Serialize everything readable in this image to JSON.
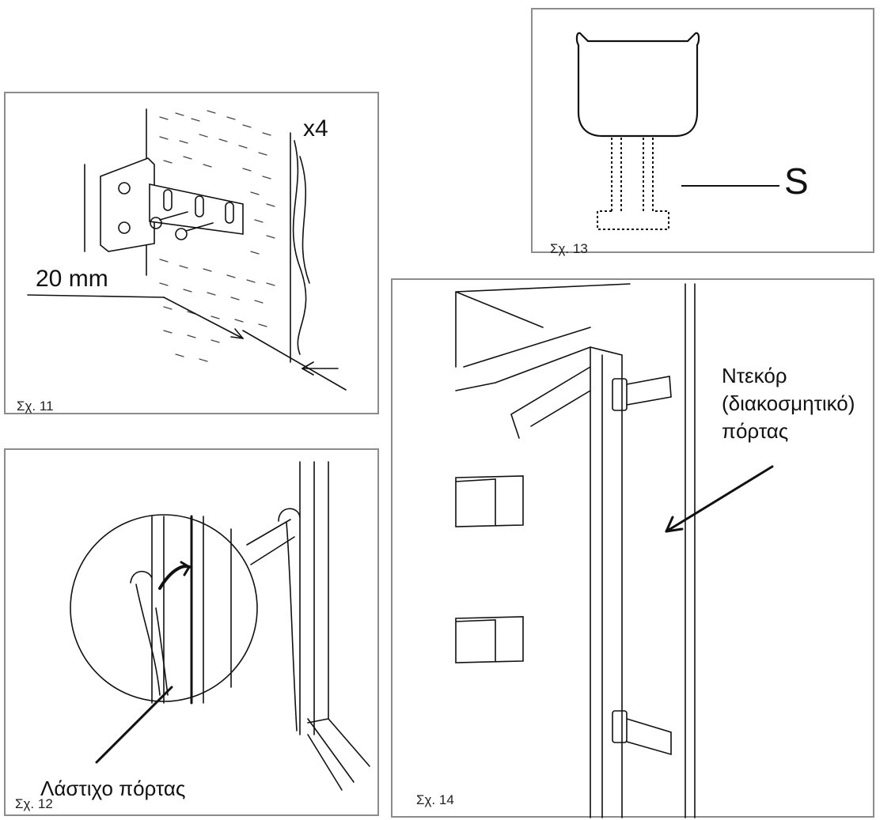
{
  "figures": {
    "fig11": {
      "caption": "Σχ. 11",
      "dimension": "20 mm",
      "multiplier": "x4"
    },
    "fig12": {
      "caption": "Σχ. 12",
      "callout": "Λάστιχο πόρτας"
    },
    "fig13": {
      "caption": "Σχ. 13",
      "marker": "S"
    },
    "fig14": {
      "caption": "Σχ. 14",
      "callout_line1": "Ντεκόρ",
      "callout_line2": "(διακοσμητικό)",
      "callout_line3": "πόρτας"
    }
  },
  "colors": {
    "line": "#111111",
    "frame": "#8c8c8c",
    "background": "#ffffff"
  }
}
